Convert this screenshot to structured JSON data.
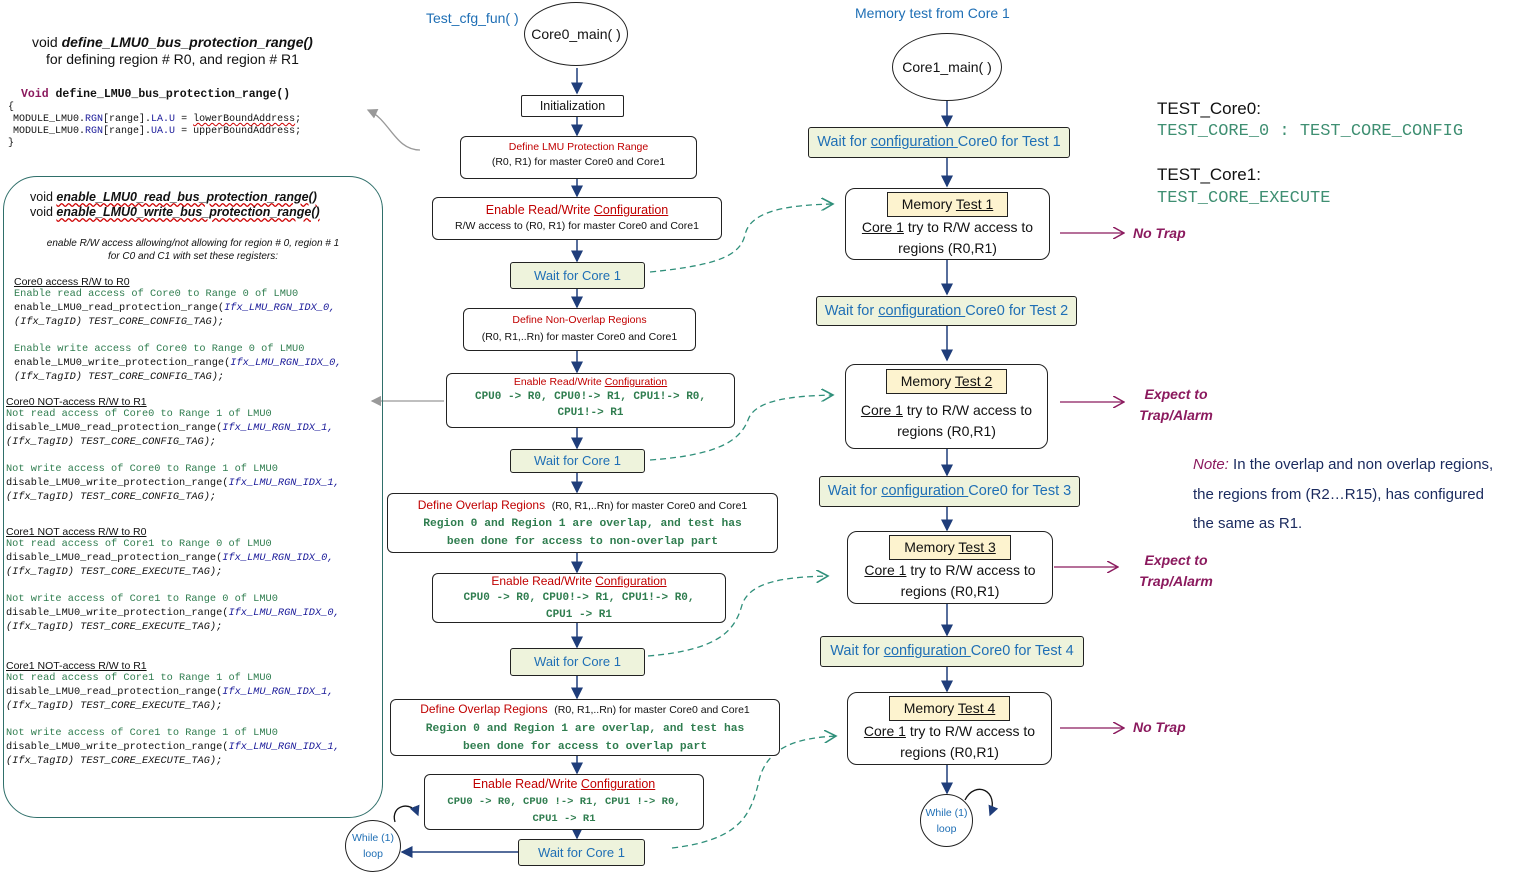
{
  "left_top": {
    "line1_prefix": "void ",
    "line1_fn": "define_LMU0_bus_protection_range()",
    "line2": "for defining  region # R0, and region # R1",
    "code_head_kw": "Void",
    "code_head_fn": " define_LMU0_bus_protection_range()",
    "code_open": "{",
    "code_l1_a": "MODULE_LMU0.",
    "code_l1_b": "RGN",
    "code_l1_c": "[range].",
    "code_l1_d": "LA.U",
    "code_l1_e": " = ",
    "code_l1_f": "lowerBoundAddress",
    "code_l1_g": ";",
    "code_l2_a": "MODULE_LMU0.",
    "code_l2_b": "RGN",
    "code_l2_c": "[range].",
    "code_l2_d": "UA.U",
    "code_l2_e": " = upperBoundAddress;",
    "code_close": "}"
  },
  "left_panel": {
    "title1_prefix": "void ",
    "title1_fn": "enable_LMU0_read_bus_protection_range()",
    "title2_prefix": "void ",
    "title2_fn": "enable_LMU0_write_bus_protection_range()",
    "desc1": "enable R/W access allowing/not allowing for region # 0, region # 1",
    "desc2": "for C0 and C1 with set these registers:",
    "sec1_head": "Core0 access R/W to R0",
    "sec1_c1": "Enable read access of Core0 to Range 0 of LMU0",
    "sec1_c2a": "enable_LMU0_read_protection_range(",
    "sec1_c2b": "Ifx_LMU_RGN_IDX_0,",
    "sec1_c3": "(Ifx_TagID) TEST_CORE_CONFIG_TAG);",
    "sec1_c4": "Enable write access of Core0 to Range 0 of LMU0",
    "sec1_c5a": "enable_LMU0_write_protection_range(",
    "sec1_c5b": "Ifx_LMU_RGN_IDX_0,",
    "sec1_c6": "(Ifx_TagID) TEST_CORE_CONFIG_TAG);",
    "sec2_head": "Core0 NOT-access R/W to R1",
    "sec2_c1": "Not read access of Core0 to Range 1 of LMU0",
    "sec2_c2a": "disable_LMU0_read_protection_range(",
    "sec2_c2b": "Ifx_LMU_RGN_IDX_1,",
    "sec2_c3": "(Ifx_TagID) TEST_CORE_CONFIG_TAG);",
    "sec2_c4": "Not write access of Core0 to Range 1 of LMU0",
    "sec2_c5a": "disable_LMU0_write_protection_range(",
    "sec2_c5b": "Ifx_LMU_RGN_IDX_1,",
    "sec2_c6": "(Ifx_TagID) TEST_CORE_CONFIG_TAG);",
    "sec3_head": "Core1 NOT access R/W to R0",
    "sec3_c1": "Not read access of Core1 to Range 0 of LMU0",
    "sec3_c2a": "disable_LMU0_read_protection_range(",
    "sec3_c2b": "Ifx_LMU_RGN_IDX_0,",
    "sec3_c3": "(Ifx_TagID) TEST_CORE_EXECUTE_TAG);",
    "sec3_c4": "Not write access of Core1 to Range 0 of LMU0",
    "sec3_c5a": "disable_LMU0_write_protection_range(",
    "sec3_c5b": "Ifx_LMU_RGN_IDX_0,",
    "sec3_c6": "(Ifx_TagID) TEST_CORE_EXECUTE_TAG);",
    "sec4_head": "Core1 NOT-access R/W to R1",
    "sec4_c1": "Not read access of Core1 to Range 1 of LMU0",
    "sec4_c2a": "disable_LMU0_read_protection_range(",
    "sec4_c2b": "Ifx_LMU_RGN_IDX_1,",
    "sec4_c3": "(Ifx_TagID) TEST_CORE_EXECUTE_TAG);",
    "sec4_c4": "Not write access of Core1 to Range 1 of LMU0",
    "sec4_c5a": "disable_LMU0_write_protection_range(",
    "sec4_c5b": "Ifx_LMU_RGN_IDX_1,",
    "sec4_c6": "(Ifx_TagID) TEST_CORE_EXECUTE_TAG);"
  },
  "core0": {
    "label": "Test_cfg_fun( )",
    "main": "Core0_main( )",
    "init": "Initialization",
    "dlpr_title": "Define LMU Protection Range",
    "dlpr_sub": "(R0, R1) for master Core0 and Core1",
    "erw_prefix": "Enable Read/Write ",
    "erw_link": "Configuration",
    "erw1_sub": "R/W access to (R0, R1) for master Core0 and Core1",
    "wait": "Wait for Core 1",
    "dnor_title": "Define Non-Overlap Regions",
    "dnor_sub": "(R0, R1,..Rn) for master Core0 and Core1",
    "erw2_l1": "CPU0 -> R0, CPU0!-> R1, CPU1!-> R0,",
    "erw2_l2": "CPU1!-> R1",
    "dor_title": "Define Overlap Regions",
    "dor_sub": "(R0, R1,..Rn) for master Core0 and Core1",
    "dor1_l1": "Region 0 and Region 1 are overlap, and test has",
    "dor1_l2": "been done for access to non-overlap part",
    "erw3_l1": "CPU0 -> R0, CPU0!-> R1, CPU1!-> R0,",
    "erw3_l2": "CPU1 -> R1",
    "dor2_l1": "Region 0 and Region 1 are overlap, and test has",
    "dor2_l2": "been done for access to overlap part",
    "erw4_l1": "CPU0 -> R0, CPU0 !-> R1, CPU1 !-> R0,",
    "erw4_l2": "CPU1 -> R1",
    "loop1": "While (1)",
    "loop2": "loop"
  },
  "core1": {
    "label": "Memory test from Core 1",
    "main": "Core1_main( )",
    "wait_prefix": "Wait for ",
    "wait_link": "configuration ",
    "wait1_suffix": "Core0 for Test 1",
    "wait2_suffix": "Core0 for Test 2",
    "wait3_suffix": "Core0 for Test 3",
    "wait4_suffix": "Core0 for Test 4",
    "mt_prefix": "Memory ",
    "mt1_link": "Test 1",
    "mt2_link": "Test 2",
    "mt3_link": "Test 3",
    "mt4_link": "Test 4",
    "mt_core": "Core 1",
    "mt_body": " try to R/W access to",
    "mt_body2": "regions (R0,R1)",
    "loop1": "While (1)",
    "loop2": "loop"
  },
  "results": {
    "r1": "No Trap",
    "r2_l1": "Expect to",
    "r2_l2": "Trap/Alarm",
    "r3_l1": "Expect to",
    "r3_l2": "Trap/Alarm",
    "r4": "No Trap"
  },
  "right": {
    "tc0_label": "TEST_Core0:",
    "tc0_value": "TEST_CORE_0 : TEST_CORE_CONFIG",
    "tc1_label": "TEST_Core1:",
    "tc1_value": "TEST_CORE_EXECUTE",
    "note_label": "Note:",
    "note_l1": " In the overlap and non overlap regions,",
    "note_l2": "the regions from (R2…R15), has configured",
    "note_l3": "the same as R1."
  }
}
